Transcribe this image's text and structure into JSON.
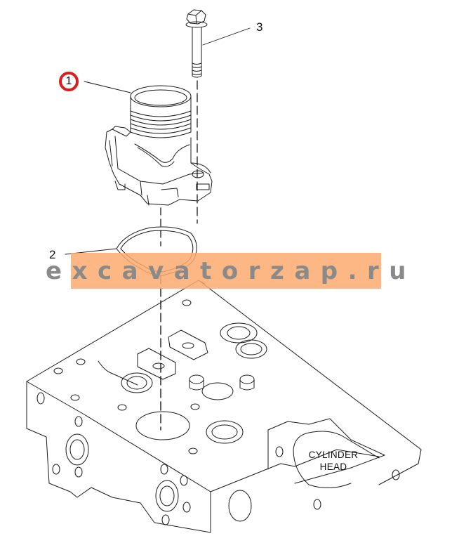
{
  "diagram": {
    "type": "exploded-parts-diagram",
    "callouts": [
      {
        "id": "1",
        "label": "1",
        "highlighted": true,
        "highlight_color": "#d81e1e"
      },
      {
        "id": "2",
        "label": "2",
        "highlighted": false
      },
      {
        "id": "3",
        "label": "3",
        "highlighted": false
      }
    ],
    "part_label": {
      "line1": "CYLINDER",
      "line2": "HEAD"
    },
    "watermark": {
      "text": "excavatorzap.ru",
      "band_color": "#fbaa6e",
      "text_color": "#8a8a8a"
    }
  }
}
